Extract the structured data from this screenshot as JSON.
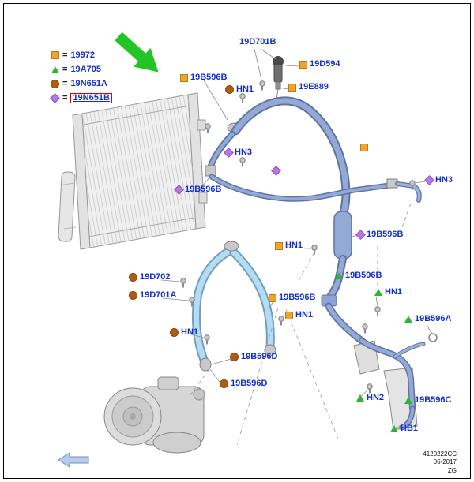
{
  "legend": {
    "equals": "=",
    "items": [
      {
        "marker": "square",
        "label": "19972",
        "highlighted": false
      },
      {
        "marker": "triangle",
        "label": "19A705",
        "highlighted": false
      },
      {
        "marker": "circle",
        "label": "19N651A",
        "highlighted": false
      },
      {
        "marker": "diamond",
        "label": "19N651B",
        "highlighted": true
      }
    ]
  },
  "callouts": [
    {
      "marker": "none",
      "label": "19D701B"
    },
    {
      "marker": "square",
      "label": "19D594"
    },
    {
      "marker": "square",
      "label": "19E889"
    },
    {
      "marker": "square",
      "label": "19B596B"
    },
    {
      "marker": "circle",
      "label": "HN1"
    },
    {
      "marker": "diamond",
      "label": "HN3"
    },
    {
      "marker": "diamond",
      "label": "19B596B"
    },
    {
      "marker": "diamond",
      "label": "HN3"
    },
    {
      "marker": "diamond",
      "label": "19B596B"
    },
    {
      "marker": "square",
      "label": "HN1"
    },
    {
      "marker": "triangle",
      "label": "19B596B"
    },
    {
      "marker": "circle",
      "label": "19D702"
    },
    {
      "marker": "circle",
      "label": "19D701A"
    },
    {
      "marker": "square",
      "label": "19B596B"
    },
    {
      "marker": "triangle",
      "label": "HN1"
    },
    {
      "marker": "triangle",
      "label": "19B596A"
    },
    {
      "marker": "square",
      "label": "HN1"
    },
    {
      "marker": "circle",
      "label": "HN1"
    },
    {
      "marker": "circle",
      "label": "19B596D"
    },
    {
      "marker": "circle",
      "label": "19B596D"
    },
    {
      "marker": "triangle",
      "label": "HN2"
    },
    {
      "marker": "triangle",
      "label": "19B596C"
    },
    {
      "marker": "triangle",
      "label": "HB1"
    },
    {
      "marker": "square",
      "label": ""
    },
    {
      "marker": "diamond",
      "label": ""
    }
  ],
  "footer": {
    "doc_number": "4120222CC",
    "date": "06-2017",
    "code": "ZG"
  },
  "colors": {
    "label_text": "#1430c8",
    "marker_square": "#f0a430",
    "marker_triangle": "#2fb52f",
    "marker_circle": "#b05c10",
    "marker_diamond": "#b678e8",
    "highlight_box": "#e00000",
    "pointer_arrow": "#24c424",
    "hose_steel_blue": "#93a9d6",
    "hose_light_blue": "#b5dcf0"
  }
}
